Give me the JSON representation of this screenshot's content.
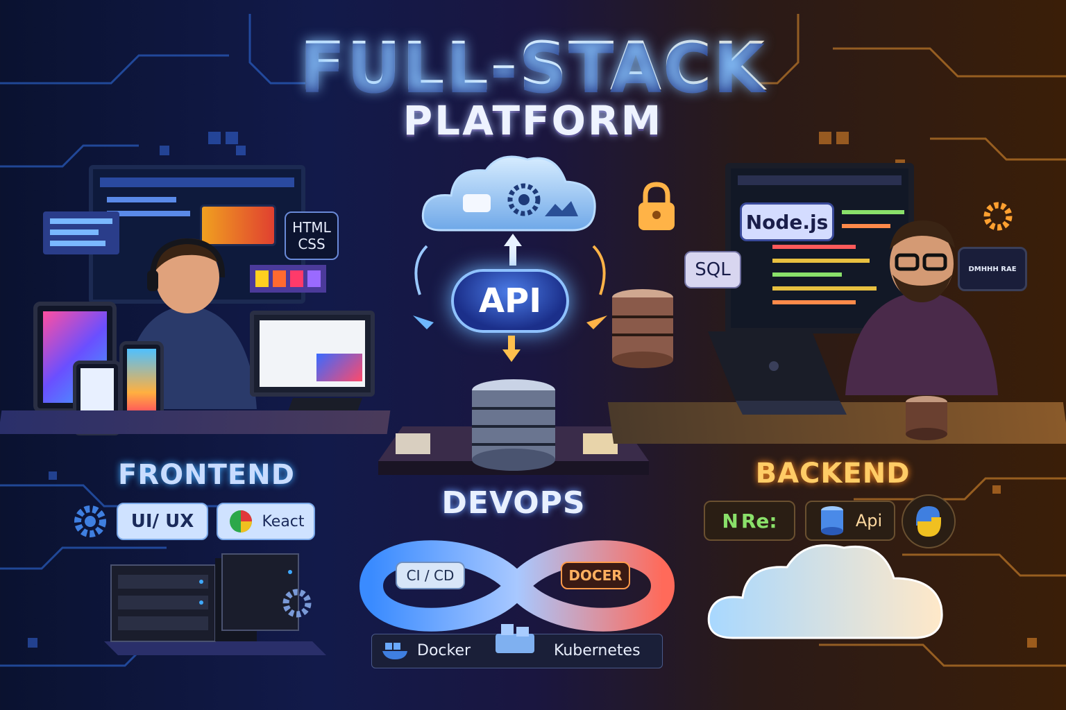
{
  "title": {
    "line1": "FULL-STACK",
    "line2": "PLATFORM"
  },
  "center": {
    "api_label": "API",
    "devops_label": "DEVOPS",
    "cicd": "CI / CD",
    "docer": "DOCER",
    "docker": "Docker",
    "kubernetes": "Kubernetes"
  },
  "frontend": {
    "label": "FRONTEND",
    "html_css_line1": "HTML",
    "html_css_line2": "CSS",
    "uiux": "UI/ UX",
    "react": "Keact"
  },
  "backend": {
    "label": "BACKEND",
    "nodejs": "Node.js",
    "sql": "SQL",
    "node_chip": "N",
    "node_chip_b": "Re:",
    "api_chip": "Api",
    "monitor_text": "DMHHH RAE"
  },
  "colors": {
    "frontend_accent": "#3fa9ff",
    "backend_accent": "#ffb347",
    "api_glow": "#6fb8ff",
    "devops_label": "#e8f0ff"
  },
  "icons": [
    "gear-icon",
    "cloud-icon",
    "lock-icon",
    "database-icon",
    "server-rack-icon",
    "python-icon",
    "docker-icon",
    "kubernetes-icon",
    "infinity-loop-icon",
    "pie-chart-icon"
  ]
}
